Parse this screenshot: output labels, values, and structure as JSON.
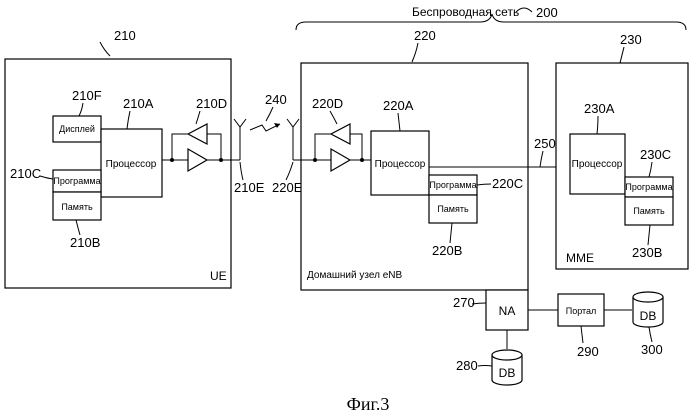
{
  "network": {
    "label": "Беспроводная сеть",
    "ref": "200"
  },
  "ue": {
    "ref": "210",
    "name": "UE",
    "display": {
      "label": "Дисплей",
      "ref": "210F"
    },
    "processor": {
      "label": "Процессор",
      "ref": "210A"
    },
    "program": {
      "label": "Программа",
      "ref": "210C"
    },
    "memory": {
      "label": "Память",
      "ref": "210B"
    },
    "amplifier_ref": "210D",
    "antenna_ref": "210E"
  },
  "link_ref": "240",
  "enb": {
    "ref": "220",
    "name": "Домашний узел eNB",
    "processor": {
      "label": "Процессор",
      "ref": "220A"
    },
    "program": {
      "label": "Программа",
      "ref": "220C"
    },
    "memory": {
      "label": "Память",
      "ref": "220B"
    },
    "amplifier_ref": "220D",
    "antenna_ref": "220E"
  },
  "interface_ref": "250",
  "mme": {
    "ref": "230",
    "name": "MME",
    "processor": {
      "label": "Процессор",
      "ref": "230A"
    },
    "program": {
      "label": "Программа",
      "ref": "230C"
    },
    "memory": {
      "label": "Память",
      "ref": "230B"
    }
  },
  "na": {
    "label": "NA",
    "ref": "270"
  },
  "db_na": {
    "label": "DB",
    "ref": "280"
  },
  "portal": {
    "label": "Портал",
    "ref": "290"
  },
  "db_portal": {
    "label": "DB",
    "ref": "300"
  },
  "caption": "Фиг.3"
}
